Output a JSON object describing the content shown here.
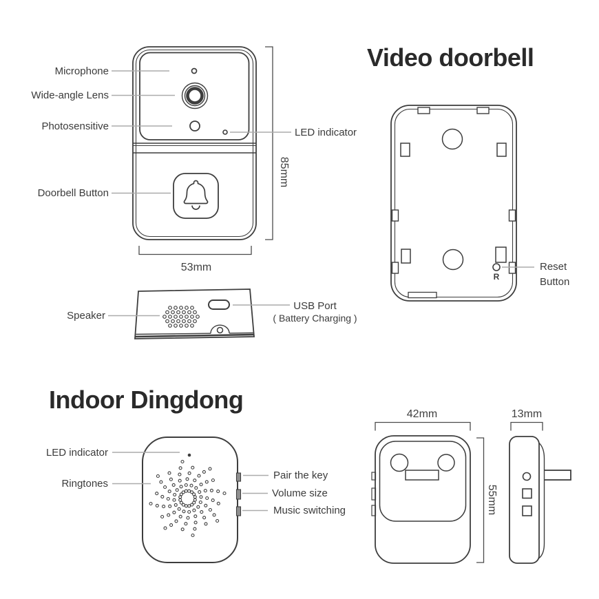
{
  "colors": {
    "line": "#3d3d3d",
    "leader": "#ababab",
    "bracket": "#4a4a4a",
    "text": "#3b3b3b",
    "title": "#2a2a2a",
    "button_fill": "#909090",
    "background": "#ffffff"
  },
  "video_doorbell": {
    "title": "Video doorbell",
    "front": {
      "labels": {
        "microphone": "Microphone",
        "wide_angle_lens": "Wide-angle Lens",
        "photosensitive": "Photosensitive",
        "doorbell_button": "Doorbell Button",
        "led_indicator": "LED indicator"
      },
      "dimensions": {
        "height": "85mm",
        "width": "53mm"
      }
    },
    "back": {
      "labels": {
        "reset_line1": "Reset",
        "reset_line2": "Button",
        "reset_mark": "R"
      }
    },
    "bottom": {
      "labels": {
        "speaker": "Speaker",
        "usb_port": "USB Port",
        "usb_note": "( Battery Charging )"
      }
    }
  },
  "indoor_dingdong": {
    "title": "Indoor Dingdong",
    "labels": {
      "led_indicator": "LED indicator",
      "ringtones": "Ringtones",
      "pair_the_key": "Pair the key",
      "volume_size": "Volume size",
      "music_switching": "Music switching"
    },
    "dimensions": {
      "width": "42mm",
      "depth": "13mm",
      "height": "55mm"
    }
  }
}
